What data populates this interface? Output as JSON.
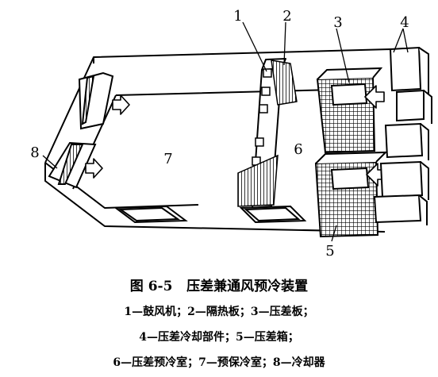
{
  "diagram": {
    "callouts": {
      "c1": "1",
      "c2": "2",
      "c3": "3",
      "c4": "4",
      "c5": "5",
      "c8": "8"
    },
    "regions": {
      "r6": "6",
      "r7": "7"
    }
  },
  "caption": {
    "title": "图 6-5   压差兼通风预冷装置",
    "legend_line1": "1—鼓风机；2—隔热板；3—压差板；",
    "legend_line2": "4—压差冷却部件；5—压差箱；",
    "legend_line3": "6—压差预冷室；7—预保冷室；8—冷却器"
  },
  "colors": {
    "ink": "#000000",
    "paper": "#ffffff"
  }
}
